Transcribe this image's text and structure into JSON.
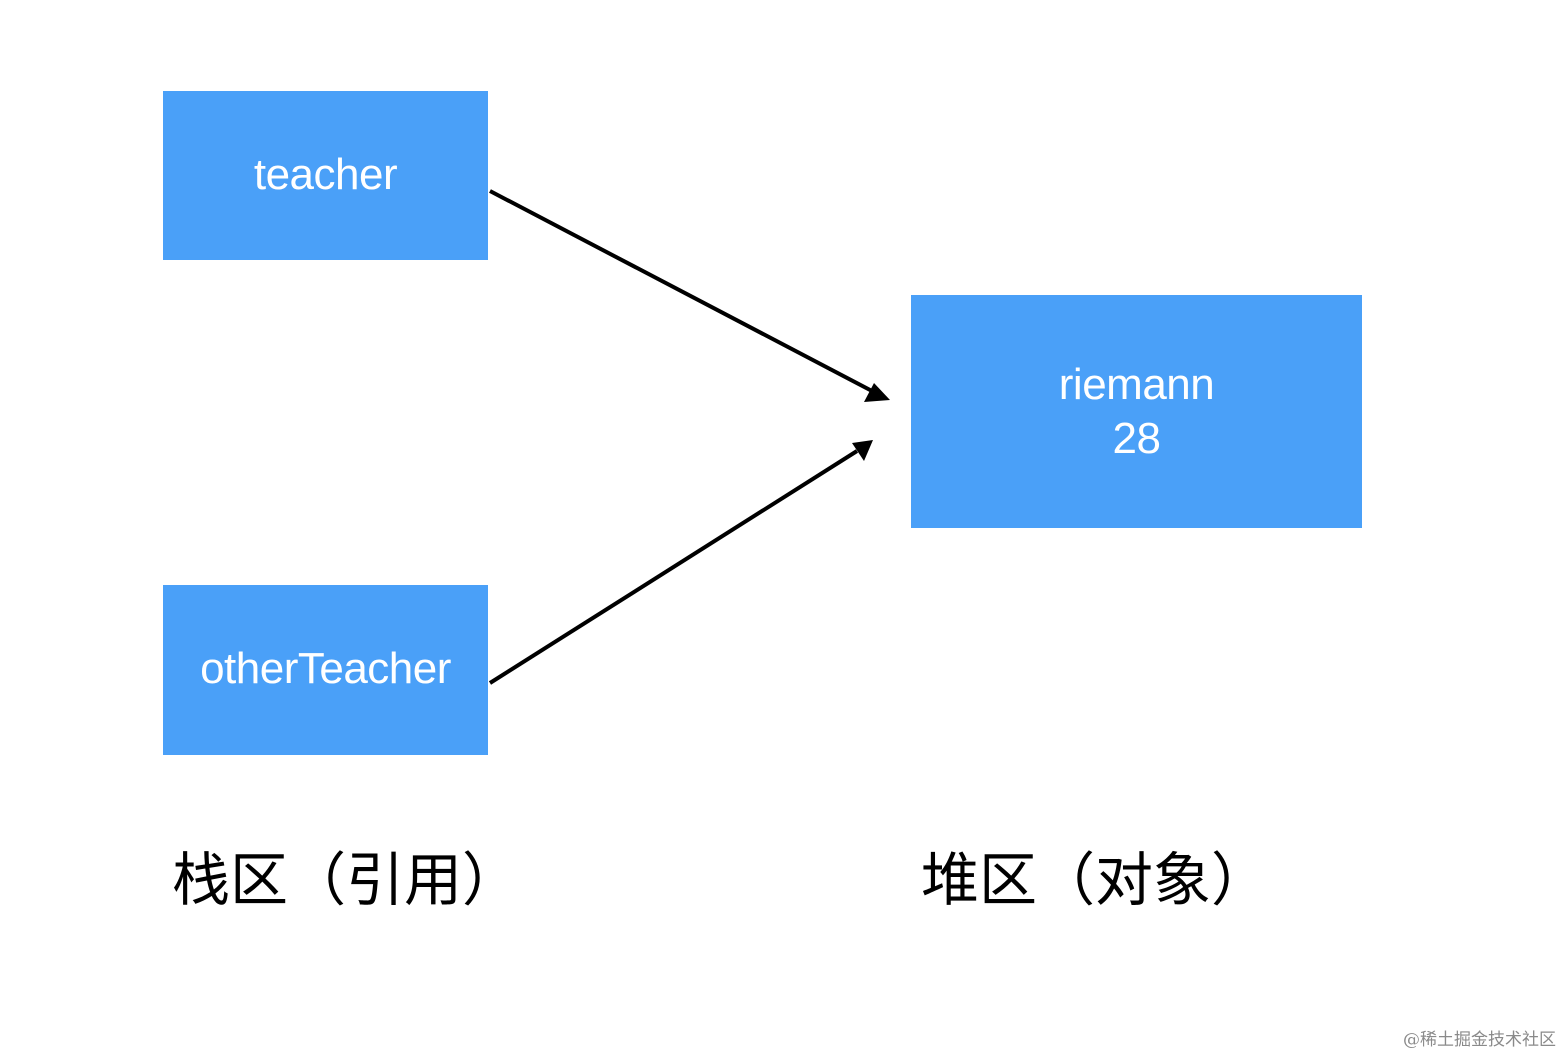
{
  "stack": {
    "boxes": [
      {
        "label": "teacher"
      },
      {
        "label": "otherTeacher"
      }
    ],
    "region_label": "栈区（引用）"
  },
  "heap": {
    "object": {
      "name": "riemann",
      "value": "28"
    },
    "region_label": "堆区（对象）"
  },
  "colors": {
    "box_fill": "#4aa0f8",
    "box_text": "#ffffff",
    "arrow": "#000000"
  },
  "watermark": "@稀土掘金技术社区"
}
